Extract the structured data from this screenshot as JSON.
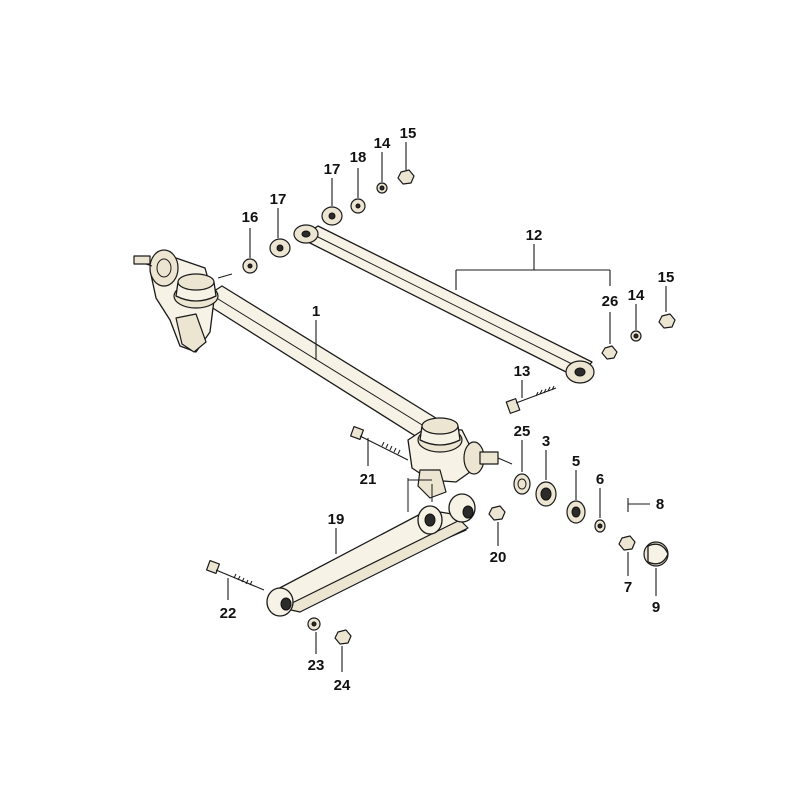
{
  "callouts": {
    "c1": "1",
    "c3": "3",
    "c5": "5",
    "c6": "6",
    "c7": "7",
    "c8": "8",
    "c9": "9",
    "c12": "12",
    "c13": "13",
    "c14a": "14",
    "c14b": "14",
    "c15a": "15",
    "c15b": "15",
    "c16": "16",
    "c17a": "17",
    "c17b": "17",
    "c18": "18",
    "c19": "19",
    "c20": "20",
    "c21": "21",
    "c22": "22",
    "c23": "23",
    "c24": "24",
    "c25": "25",
    "c26": "26"
  }
}
